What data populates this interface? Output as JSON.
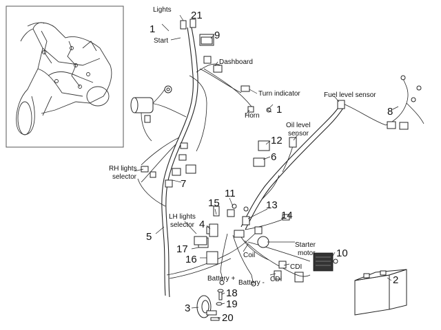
{
  "labels": {
    "lights": "Lights",
    "start": "Start",
    "dashboard": "Dashboard",
    "turn_indicator": "Turn indicator",
    "horn": "Horn",
    "fuel_level_sensor": "Fuel level sensor",
    "oil_level_line1": "Oil level",
    "oil_level_line2": "sensor",
    "rh_selector_line1": "RH lights",
    "rh_selector_line2": "selector",
    "lh_selector_line1": "LH lights",
    "lh_selector_line2": "selector",
    "starter_line1": "Starter",
    "starter_line2": "motor",
    "coil": "Coil",
    "cdi_a": "CDI",
    "cdi_b": "CDI",
    "battery_plus": "Battery +",
    "battery_minus": "Battery -"
  },
  "callouts": {
    "n1a": "1",
    "n1b": "1",
    "n2": "2",
    "n3": "3",
    "n4": "4",
    "n5": "5",
    "n6": "6",
    "n7": "7",
    "n8": "8",
    "n9": "9",
    "n10": "10",
    "n11": "11",
    "n12": "12",
    "n13": "13",
    "n14": "14",
    "n15": "15",
    "n16": "16",
    "n17": "17",
    "n18": "18",
    "n19": "19",
    "n20": "20",
    "n21": "21"
  }
}
